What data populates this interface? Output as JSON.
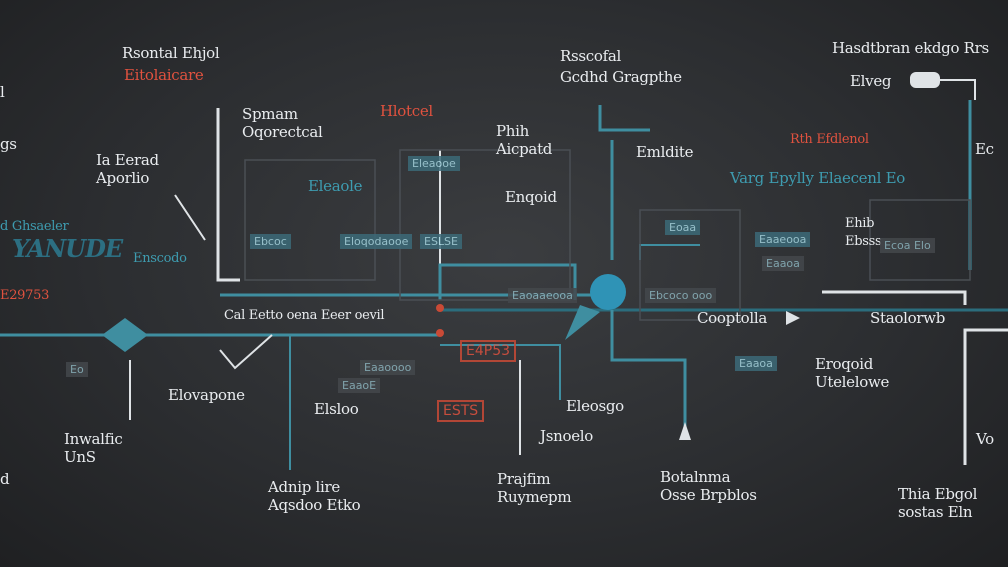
{
  "colors": {
    "background": "#2c2e31",
    "line": "#3f8ea0",
    "line_light": "#dfe3e6",
    "accent_red": "#c94a36",
    "node": "#2f93b6"
  },
  "labels": {
    "top_left_title": "Rsontal Ehjol",
    "top_left_sub": "Eitolaicare",
    "top_center_title": "Rsscofal",
    "top_center_sub": "Gcdhd Gragpthe",
    "top_right_title": "Hasdtbran ekdgo Rrs",
    "top_right_sub": "Elveg",
    "spam_label": "Spmam\nOqorectcal",
    "red_top": "Hlotcel",
    "phib_label": "Phih\nAicpatd",
    "emldite": "Emldite",
    "red_right_top": "Rth Efdlenol",
    "far_right_top": "Ec",
    "left_edge_1": "l",
    "left_edge_2": "gs",
    "left_side_1": "Ia Eerad\nAporlio",
    "teal_center": "Eleaole",
    "teal_right": "Varg Epylly Elaecenl Eo",
    "enqoid": "Enqoid",
    "ehib": "Ehib\nEbsss",
    "big_left": "YANUDE",
    "left_teal_text": "Enscodo",
    "left_small_red": "d Ghsaeler",
    "red_left_bar": "E29753",
    "center_strip": "Cal Eetto oena Eeer oevil",
    "right_arrow_label": "Cooptolla",
    "staplom": "Staolorwb",
    "eroged": "Eroqoid\nUtelelowe",
    "rlovapone": "Elovapone",
    "elslo": "Elsloo",
    "eleosgo": "Eleosgo",
    "jsnoelo": "Jsnoelo",
    "invalfic": "Inwalfic\nUnS",
    "left_bottom": "d",
    "adnip": "Adnip lire\nAqsdoo Etko",
    "prajfim": "Prajfim\nRuymepm",
    "botalinu": "Botalnma\nOsse Brpblos",
    "the_ebgol": "Thia Ebgol\nsostas Eln",
    "vo": "Vo",
    "red_box_center": "E4P53",
    "red_box_mid": "ESTS"
  },
  "chips": {
    "c1": "Eleaooe",
    "c2": "Eloqodaooe",
    "c3": "Ebcoc",
    "c4": "ESLSE",
    "c5": "Eaoaaeooa",
    "c6": "Ebcoco ooo",
    "c7": "Eaaeooa",
    "c8": "Eaaoa",
    "c9": "Ecoa Elo",
    "c10": "Eoaa",
    "c11": "Eaaoooo",
    "c12": "Eaaoa",
    "c13": "EaaoE",
    "c14": "Eo"
  }
}
